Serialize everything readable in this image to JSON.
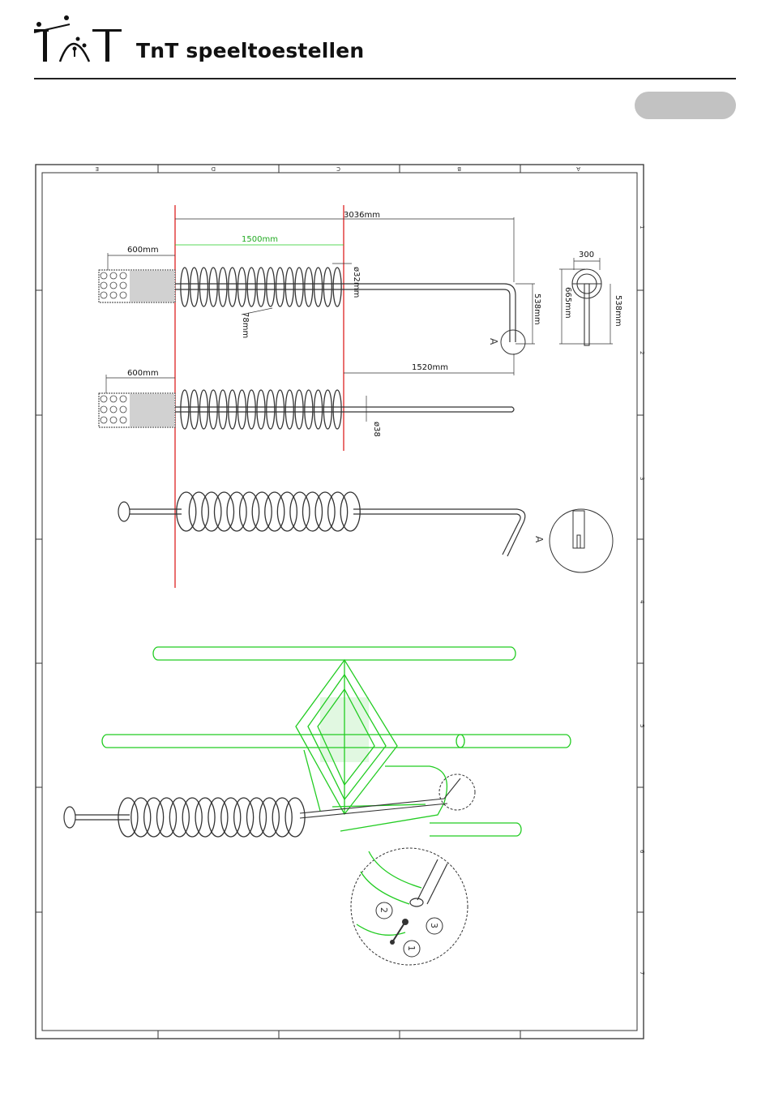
{
  "header": {
    "brand_name": "TnT speeltoestellen",
    "logo_text": "TnT"
  },
  "drawing": {
    "zone_letters": [
      "E",
      "D",
      "C",
      "B",
      "A"
    ],
    "zone_numbers": [
      "1",
      "2",
      "3",
      "4",
      "5",
      "6",
      "7"
    ],
    "dimensions": {
      "overall_length": "3036mm",
      "spring_length": "1500mm",
      "anchor_depth_top": "600mm",
      "anchor_depth_side": "600mm",
      "bar_diameter": "ø32mm",
      "coil_pitch": "78mm",
      "height_top": "538mm",
      "arm_length": "1520mm",
      "tube_diameter": "ø38",
      "detail_width": "300",
      "detail_height_total": "665mm",
      "detail_height": "538mm"
    },
    "view_labels": {
      "detail_a_top": "A",
      "detail_a_side": "A"
    },
    "parts": [
      "1",
      "2",
      "3"
    ]
  },
  "colors": {
    "line": "#333333",
    "green": "#22cc22",
    "red": "#dd2222",
    "pill": "#c2c2c2"
  }
}
